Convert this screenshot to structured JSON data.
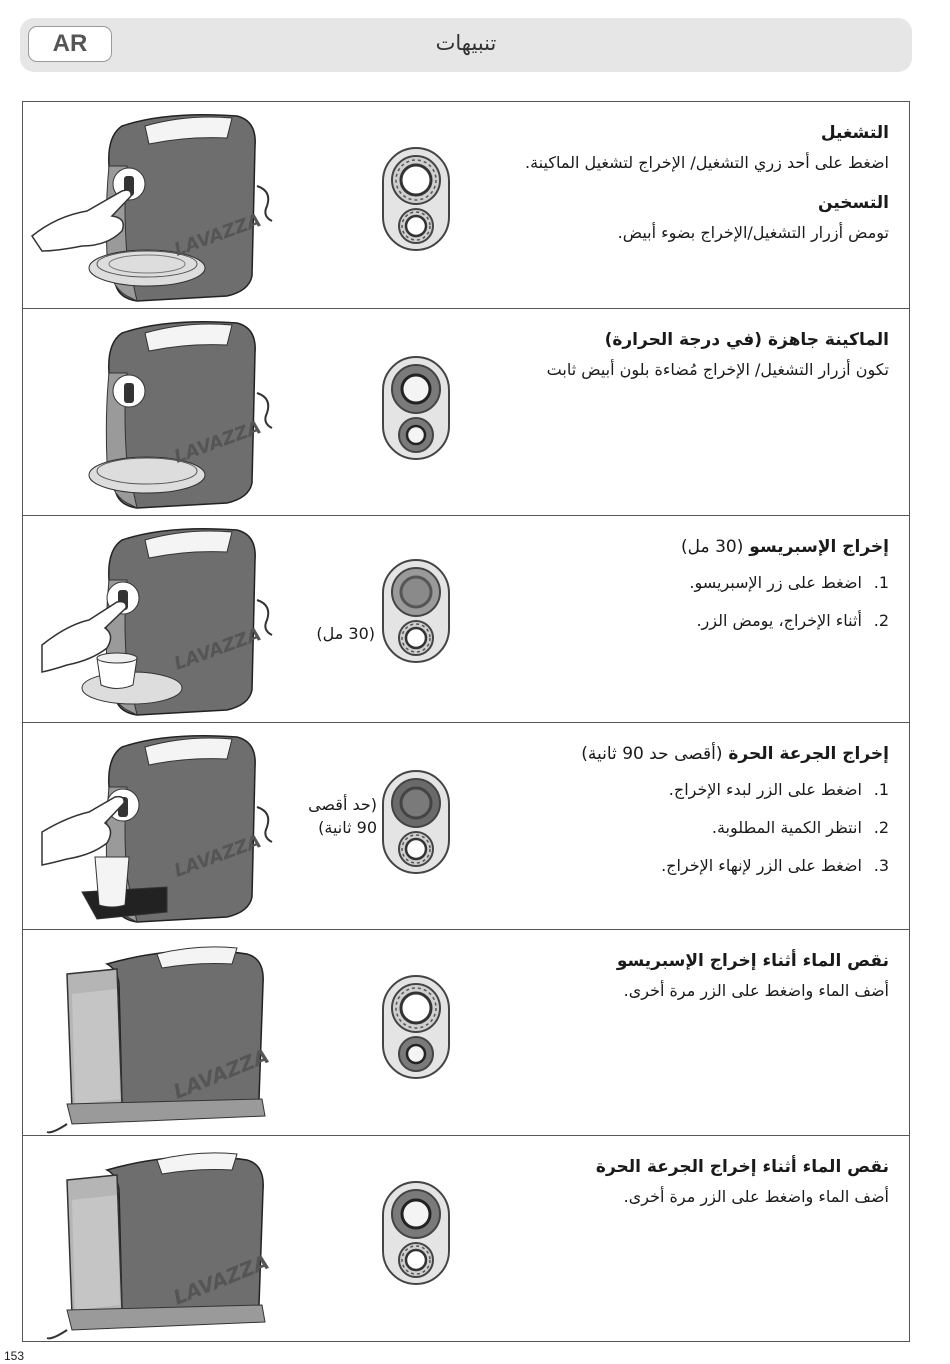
{
  "header": {
    "lang_badge": "AR",
    "title": "تنبيهات"
  },
  "sections": [
    {
      "heading": "التشغيل",
      "paragraphs": [
        "اضغط على أحد زري التشغيل/ الإخراج لتشغيل الماكينة."
      ],
      "heading2": "التسخين",
      "paragraphs2": [
        "تومض أزرار التشغيل/الإخراج بضوء أبيض."
      ]
    },
    {
      "heading": "الماكينة جاهزة (في درجة الحرارة)",
      "paragraphs": [
        "تكون أزرار التشغيل/ الإخراج مُضاءة بلون أبيض ثابت"
      ]
    },
    {
      "heading": "إخراج الإسبريسو",
      "heading_note": "(30 مل)",
      "steps": [
        {
          "num": "1.",
          "text": "اضغط على زر الإسبريسو."
        },
        {
          "num": "2.",
          "text": "أثناء الإخراج، يومض الزر."
        }
      ],
      "side_label": "(30 مل)"
    },
    {
      "heading": "إخراج الجرعة الحرة",
      "heading_note": "(أقصى حد 90 ثانية)",
      "steps": [
        {
          "num": "1.",
          "text": "اضغط على الزر لبدء الإخراج."
        },
        {
          "num": "2.",
          "text": "انتظر الكمية المطلوبة."
        },
        {
          "num": "3.",
          "text": "اضغط على الزر لإنهاء الإخراج."
        }
      ],
      "side_label_line1": "(حد أقصى",
      "side_label_line2": "90 ثانية)"
    },
    {
      "heading": "نقص الماء أثناء إخراج الإسبريسو",
      "paragraphs": [
        "أضف الماء واضغط على الزر مرة أخرى."
      ]
    },
    {
      "heading": "نقص الماء أثناء إخراج الجرعة الحرة",
      "paragraphs": [
        "أضف الماء واضغط على الزر مرة أخرى."
      ]
    }
  ],
  "machine_brand": "LAVAZZA",
  "page_number": "153",
  "colors": {
    "header_bg": "#e6e6e6",
    "panel_border": "#555555",
    "button_ring": "#7a7a7a",
    "machine_body": "#6e6e6e"
  }
}
